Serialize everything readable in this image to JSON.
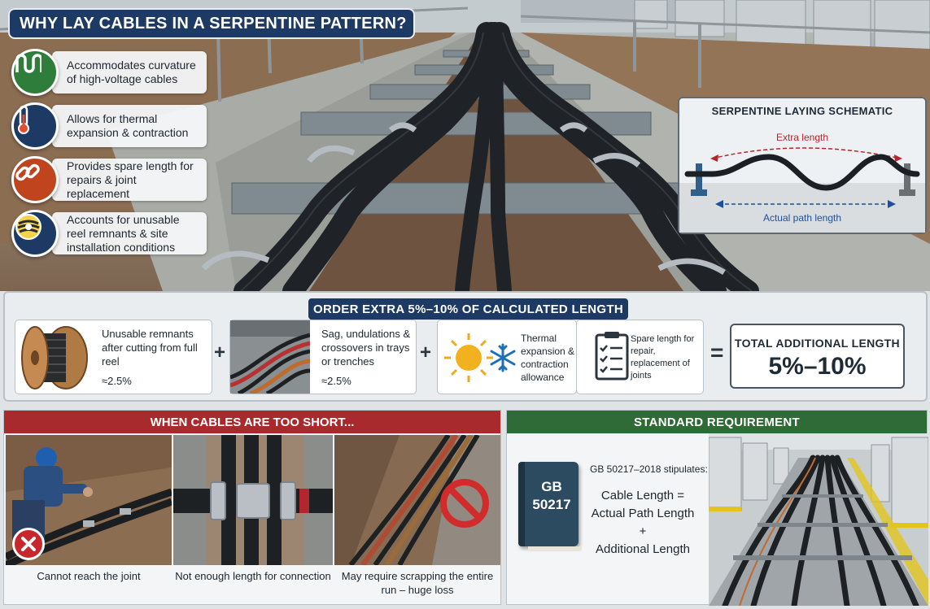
{
  "title": "WHY LAY CABLES IN A SERPENTINE PATTERN?",
  "benefits": [
    {
      "icon": "wave-icon",
      "color": "#2e7d3a",
      "text": "Accommodates curvature of high-voltage cables"
    },
    {
      "icon": "thermometer-icon",
      "color": "#1d3a64",
      "text": "Allows for thermal expansion & contraction"
    },
    {
      "icon": "chain-link-icon",
      "color": "#c0451f",
      "text": "Provides spare length for repairs & joint replacement"
    },
    {
      "icon": "cable-reel-icon",
      "color": "#1d3a64",
      "text": "Accounts for unusable reel remnants & site installation conditions"
    }
  ],
  "schematic": {
    "title": "SERPENTINE LAYING SCHEMATIC",
    "extra_label": "Extra length",
    "actual_label": "Actual path length"
  },
  "middle": {
    "banner": "ORDER EXTRA 5%–10% OF CALCULATED LENGTH",
    "items": [
      {
        "icon": "cable-reel-icon",
        "text": "Unusable remnants after cutting from full reel",
        "value": "≈2.5%"
      },
      {
        "icon": "cable-tray-icon",
        "text": "Sag, undulations & crossovers in trays or trenches",
        "value": "≈2.5%"
      },
      {
        "icon": "sun-snowflake-icon",
        "text": "Thermal expansion & contraction allowance",
        "value": ""
      },
      {
        "icon": "checklist-icon",
        "text": "Spare length for repair, replacement of joints",
        "value": ""
      }
    ],
    "plus": "+",
    "equals": "=",
    "total_label": "TOTAL ADDITIONAL LENGTH",
    "total_value": "5%–10%"
  },
  "short": {
    "banner": "WHEN CABLES ARE TOO SHORT...",
    "captions": [
      "Cannot reach the joint",
      "Not enough length for connection",
      "May require scrapping the entire run – huge loss"
    ]
  },
  "standard": {
    "banner": "STANDARD REQUIREMENT",
    "book_line1": "GB",
    "book_line2": "50217",
    "intro": "GB 50217–2018 stipulates:",
    "formula_line1": "Cable Length =",
    "formula_line2": "Actual Path Length",
    "formula_plus": "+",
    "formula_line3": "Additional Length"
  },
  "colors": {
    "navy": "#1d3a64",
    "red": "#a82a2c",
    "green": "#2f6b36"
  }
}
